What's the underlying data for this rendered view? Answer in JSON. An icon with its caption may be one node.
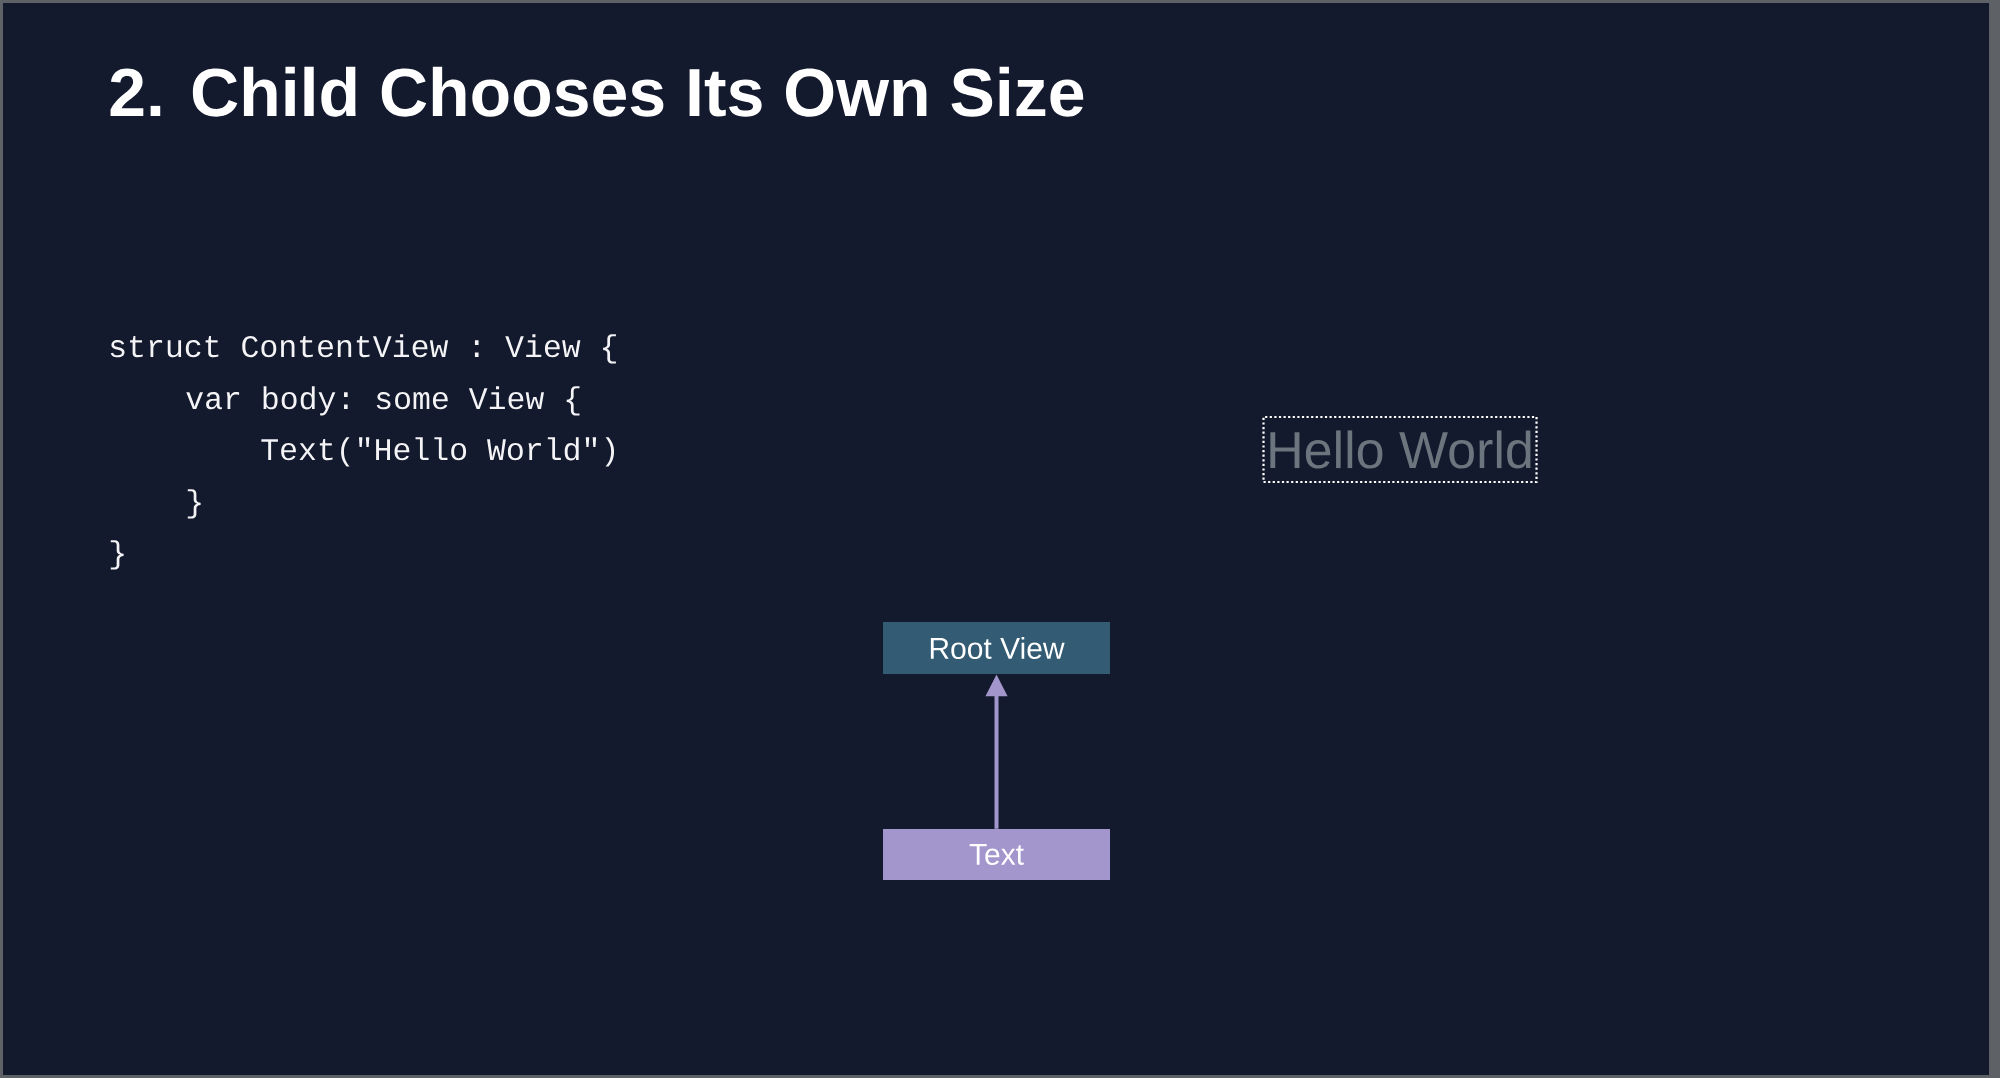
{
  "diagram": {
    "title": "2. Child Chooses Its Own Size",
    "nodes": [
      {
        "text": [
          "Hello World"
        ]
      },
      {
        "text": [
          "Root View"
        ]
      },
      {
        "text": [
          "Text"
        ]
      }
    ],
    "edges": [
      {
        "from": 2,
        "to": 1,
        "arrow": "to"
      }
    ],
    "labels": [
      "struct ContentView : View {",
      "var body: some View {",
      "Text(\"Hello World\")",
      "}",
      "}"
    ]
  }
}
